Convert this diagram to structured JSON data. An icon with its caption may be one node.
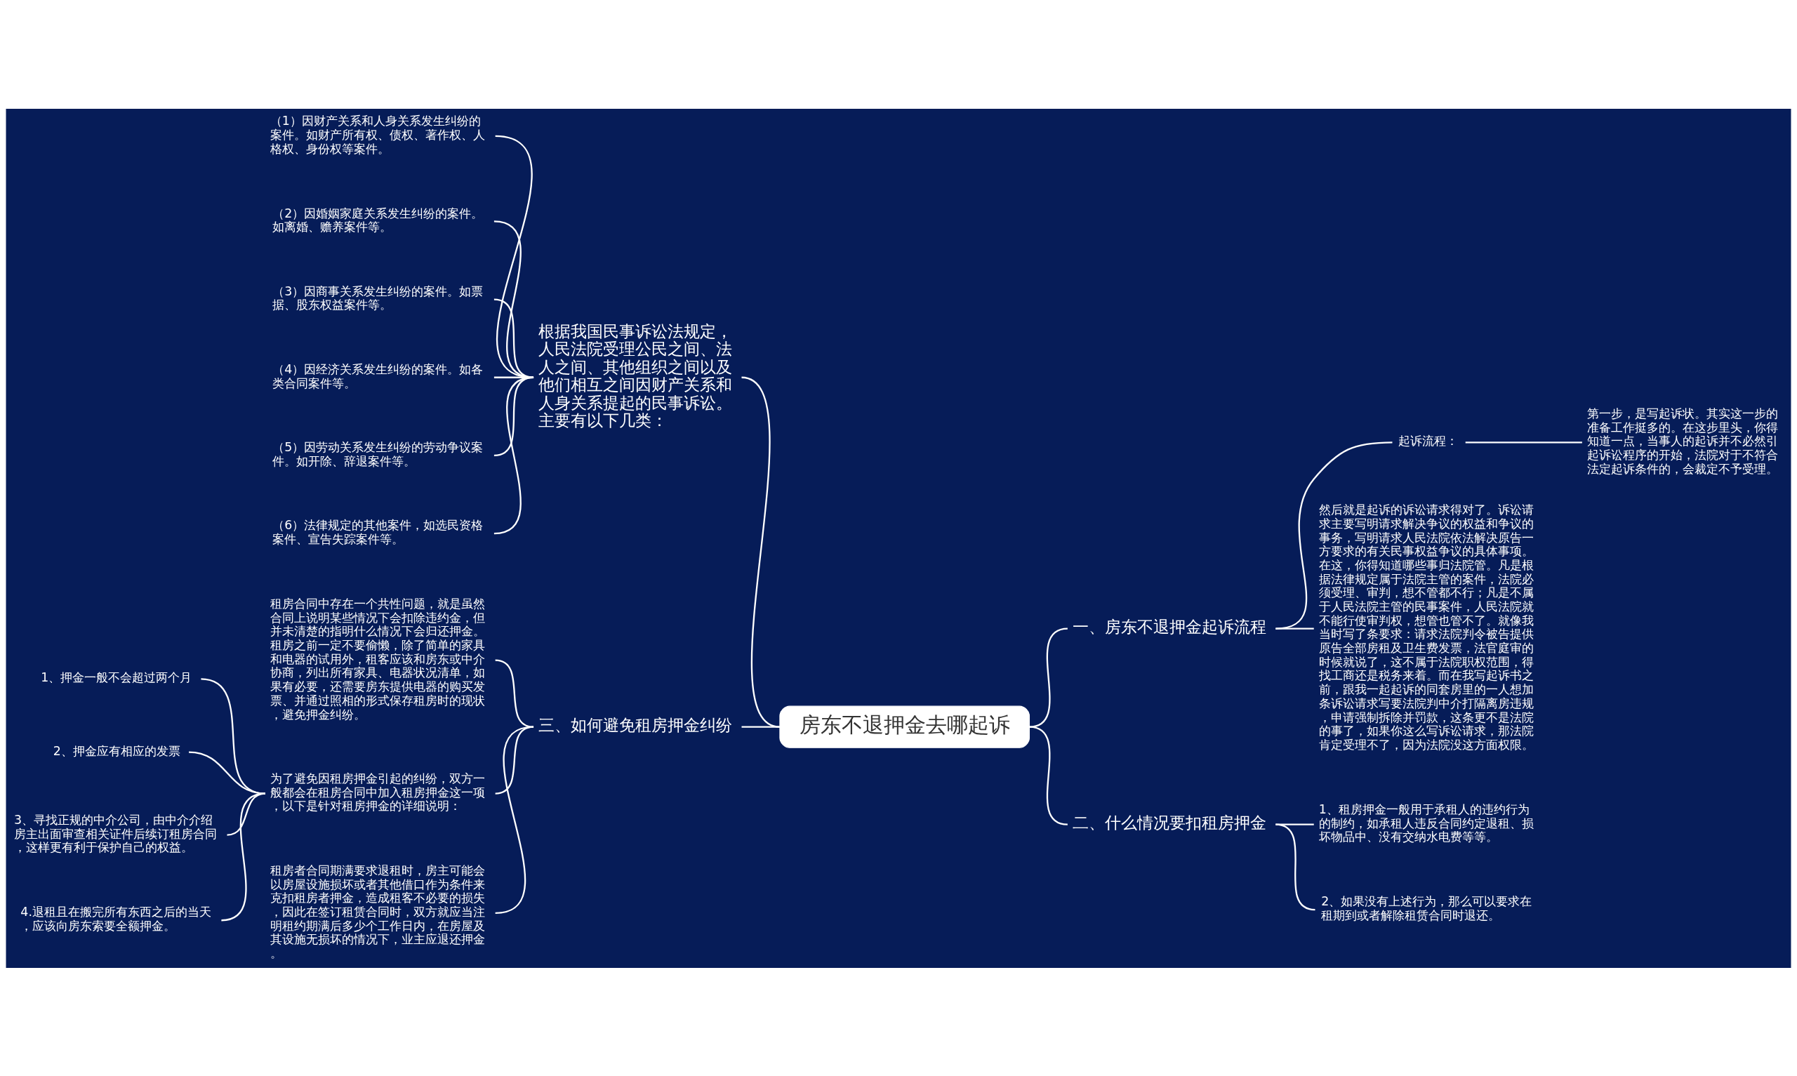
{
  "diagram": {
    "nodes": [
      {
        "text": [
          "房东不退押金去哪起诉"
        ]
      },
      {
        "text": [
          "根据我国民事诉讼法规定，人民法院受理公民之间、法人之间、其他组织之间以及他们相互之间因财产关系和人身关系提起的民事诉讼。主要有以下几类："
        ]
      },
      {
        "text": [
          "（1）因财产关系和人身关系发生纠纷的案件。如财产所有权、债权、著作权、人格权、身份权等案件。"
        ]
      },
      {
        "text": [
          "（2）因婚姻家庭关系发生纠纷的案件。如离婚、赡养案件等。"
        ]
      },
      {
        "text": [
          "（3）因商事关系发生纠纷的案件。如票据、股东权益案件等。"
        ]
      },
      {
        "text": [
          "（4）因经济关系发生纠纷的案件。如各类合同案件等。"
        ]
      },
      {
        "text": [
          "（5）因劳动关系发生纠纷的劳动争议案件。如开除、辞退案件等。"
        ]
      },
      {
        "text": [
          "（6）法律规定的其他案件，如选民资格案件、宣告失踪案件等。"
        ]
      },
      {
        "text": [
          "一、房东不退押金起诉流程"
        ]
      },
      {
        "text": [
          "起诉流程："
        ]
      },
      {
        "text": [
          "第一步，是写起诉状。其实这一步的准备工作挺多的。在这步里头，你得知道一点，当事人的起诉并不必然引起诉讼程序的开始，法院对于不符合法定起诉条件的，会裁定不予受理。"
        ]
      },
      {
        "text": [
          "然后就是起诉的诉讼请求得对了。诉讼请求主要写明请求解决争议的权益和争议的事务，写明请求人民法院依法解决原告一方要求的有关民事权益争议的具体事项。在这，你得知道哪些事归法院管。凡是根据法律规定属于法院主管的案件，法院必须受理、审判，想不管都不行；凡是不属于人民法院主管的民事案件，人民法院就不能行使审判权，想管也管不了。就像我当时写了条要求：请求法院判令被告提供原告全部房租及卫生费发票，法官庭审的时候就说了，这不属于法院职权范围，得找工商还是税务来着。而在我写起诉书之前，跟我一起起诉的同套房里的一人想加条诉讼请求写要法院判中介打隔离房违规，申请强制拆除并罚款，这条更不是法院的事了，如果你这么写诉讼请求，那法院肯定受理不了，因为法院没这方面权限。"
        ]
      },
      {
        "text": [
          "二、什么情况要扣租房押金"
        ]
      },
      {
        "text": [
          "1、租房押金一般用于承租人的违约行为的制约，如承租人违反合同约定退租、损坏物品中、没有交纳水电费等等。"
        ]
      },
      {
        "text": [
          "2、如果没有上述行为，那么可以要求在租期到或者解除租赁合同时退还。"
        ]
      },
      {
        "text": [
          "三、如何避免租房押金纠纷"
        ]
      },
      {
        "text": [
          "租房合同中存在一个共性问题，就是虽然合同上说明某些情况下会扣除违约金，但并未清楚的指明什么情况下会归还押金。租房之前一定不要偷懒，除了简单的家具和电器的试用外，租客应该和房东或中介协商，列出所有家具、电器状况清单，如果有必要，还需要房东提供电器的购买发票、并通过照相的形式保存租房时的现状，避免押金纠纷。"
        ]
      },
      {
        "text": [
          "为了避免因租房押金引起的纠纷，双方一般都会在租房合同中加入租房押金这一项，以下是针对租房押金的详细说明："
        ]
      },
      {
        "text": [
          "1、押金一般不会超过两个月"
        ]
      },
      {
        "text": [
          "2、押金应有相应的发票"
        ]
      },
      {
        "text": [
          "3、寻找正规的中介公司，由中介介绍房主出面审查相关证件后续订租房合同，这样更有利于保护自己的权益。"
        ]
      },
      {
        "text": [
          "4.退租且在搬完所有东西之后的当天，应该向房东索要全额押金。"
        ]
      },
      {
        "text": [
          "租房者合同期满要求退租时，房主可能会以房屋设施损坏或者其他借口作为条件来克扣租房者押金，造成租客不必要的损失，因此在签订租赁合同时，双方就应当注明租约期满后多少个工作日内，在房屋及其设施无损坏的情况下，业主应退还押金。"
        ]
      }
    ],
    "edges": [
      {
        "from": 0,
        "to": 1,
        "arrow": "none"
      },
      {
        "from": 1,
        "to": 2,
        "arrow": "none"
      },
      {
        "from": 1,
        "to": 3,
        "arrow": "none"
      },
      {
        "from": 1,
        "to": 4,
        "arrow": "none"
      },
      {
        "from": 1,
        "to": 5,
        "arrow": "none"
      },
      {
        "from": 1,
        "to": 6,
        "arrow": "none"
      },
      {
        "from": 1,
        "to": 7,
        "arrow": "none"
      },
      {
        "from": 0,
        "to": 8,
        "arrow": "none"
      },
      {
        "from": 8,
        "to": 9,
        "arrow": "none"
      },
      {
        "from": 9,
        "to": 10,
        "arrow": "none"
      },
      {
        "from": 8,
        "to": 11,
        "arrow": "none"
      },
      {
        "from": 0,
        "to": 12,
        "arrow": "none"
      },
      {
        "from": 12,
        "to": 13,
        "arrow": "none"
      },
      {
        "from": 12,
        "to": 14,
        "arrow": "none"
      },
      {
        "from": 0,
        "to": 15,
        "arrow": "none"
      },
      {
        "from": 15,
        "to": 16,
        "arrow": "none"
      },
      {
        "from": 15,
        "to": 17,
        "arrow": "none"
      },
      {
        "from": 17,
        "to": 18,
        "arrow": "none"
      },
      {
        "from": 17,
        "to": 19,
        "arrow": "none"
      },
      {
        "from": 17,
        "to": 20,
        "arrow": "none"
      },
      {
        "from": 17,
        "to": 21,
        "arrow": "none"
      },
      {
        "from": 15,
        "to": 22,
        "arrow": "none"
      }
    ]
  }
}
